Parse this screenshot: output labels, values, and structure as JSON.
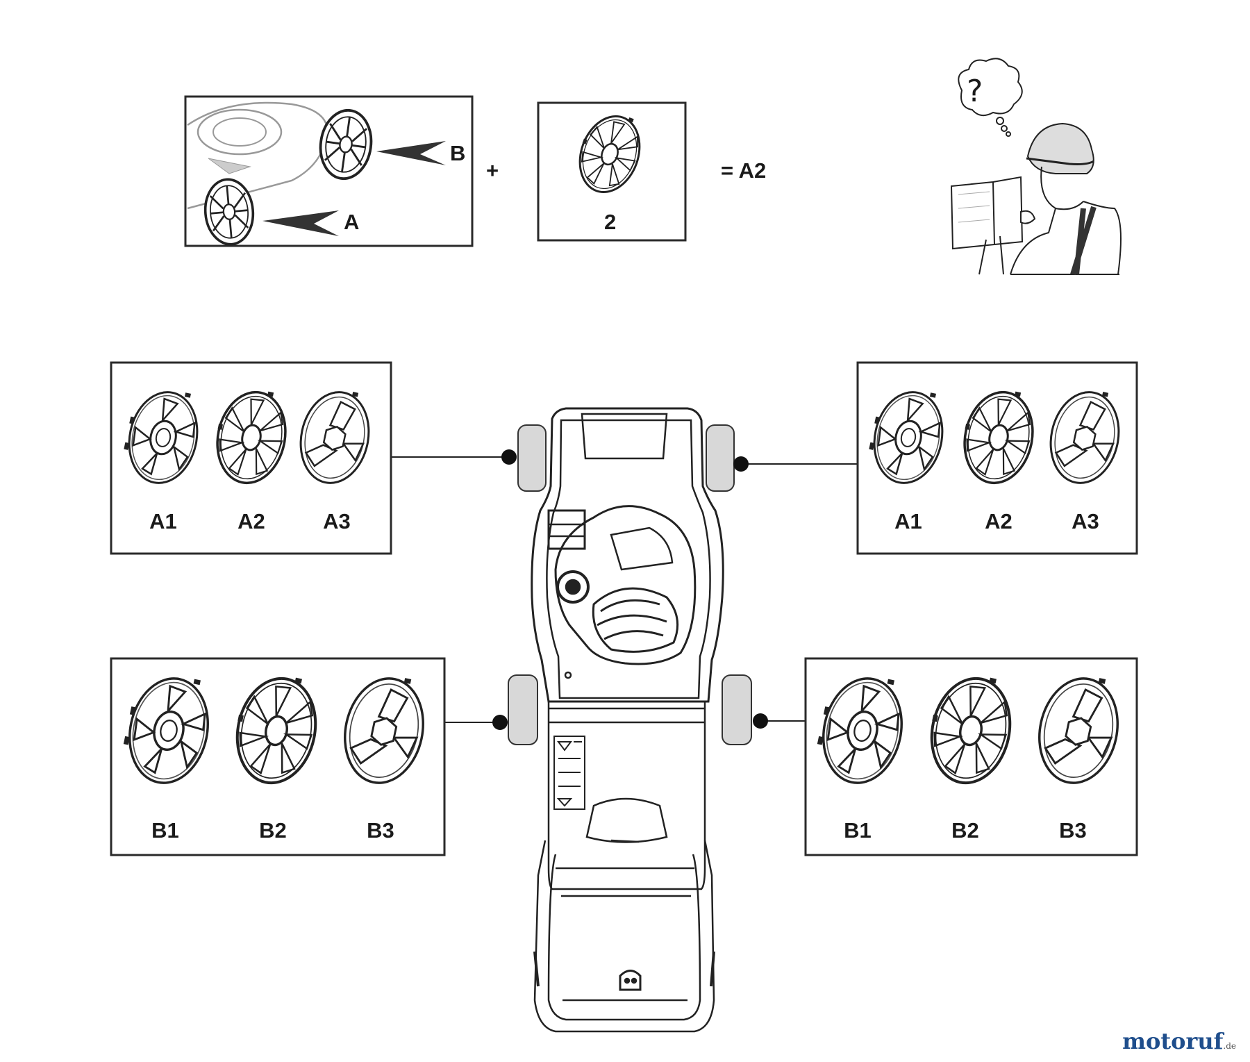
{
  "equation": {
    "box1": {
      "label_a": "A",
      "label_b": "B"
    },
    "plus": "+",
    "box2": {
      "label": "2"
    },
    "result": "= A2"
  },
  "panels": {
    "top_left": {
      "labels": [
        "A1",
        "A2",
        "A3"
      ]
    },
    "top_right": {
      "labels": [
        "A1",
        "A2",
        "A3"
      ]
    },
    "bottom_left": {
      "labels": [
        "B1",
        "B2",
        "B3"
      ]
    },
    "bottom_right": {
      "labels": [
        "B1",
        "B2",
        "B3"
      ]
    }
  },
  "thought_bubble": {
    "text": "?"
  },
  "watermark": {
    "part1": "motoruf",
    "part2": ".de"
  }
}
